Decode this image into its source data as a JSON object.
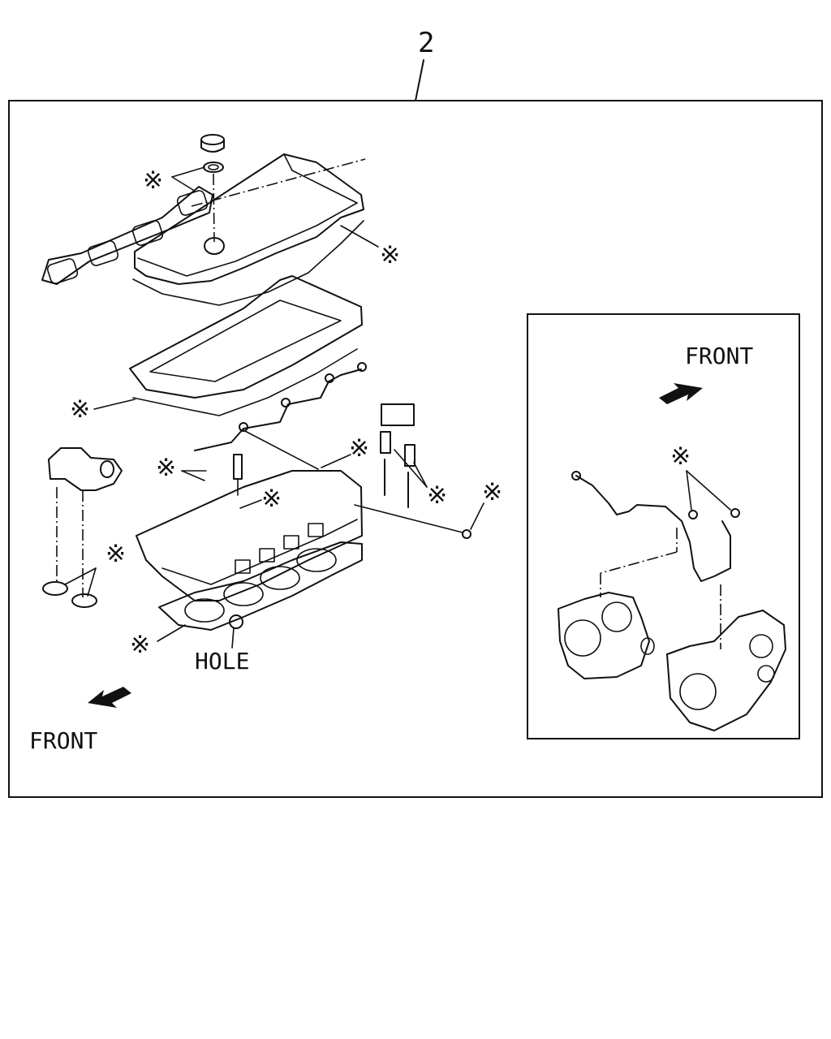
{
  "diagram": {
    "part_number": "2",
    "main_front_label": "FRONT",
    "inset_front_label": "FRONT",
    "hole_label": "HOLE",
    "gasket_mark": "※"
  },
  "colors": {
    "ink": "#111111",
    "background": "#ffffff"
  }
}
